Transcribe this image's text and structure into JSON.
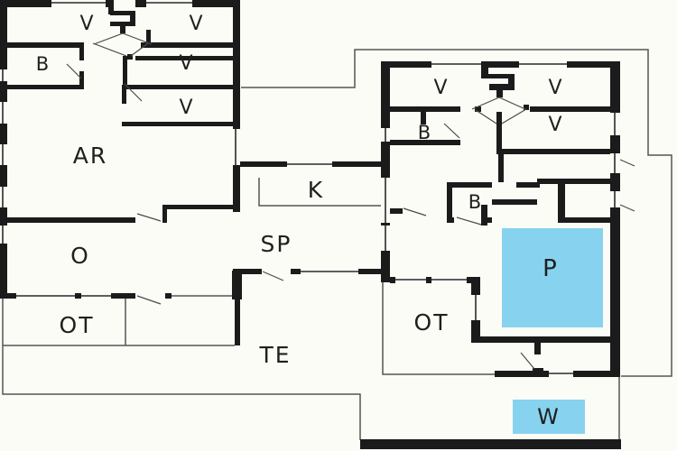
{
  "floorplan": {
    "colors": {
      "wall": "#1b1b1b",
      "pool": "#87d3ef",
      "thin_line": "#555555",
      "paper": "#fcfcf6"
    },
    "main_house": {
      "bedroom_nw": "V",
      "bedroom_ne": "V",
      "bath": "B",
      "bedroom_mid": "V",
      "bedroom_low": "V",
      "living_room": "AR",
      "dining_room": "O",
      "utility": "OT"
    },
    "between": {
      "kitchen": "K",
      "sun_porch": "SP",
      "terrace": "TE"
    },
    "annex": {
      "bedroom_nw": "V",
      "bedroom_ne": "V",
      "bath_upper": "B",
      "bedroom_mid": "V",
      "bath_lower": "B",
      "utility": "OT",
      "pool": "P",
      "whirlpool": "W"
    }
  }
}
